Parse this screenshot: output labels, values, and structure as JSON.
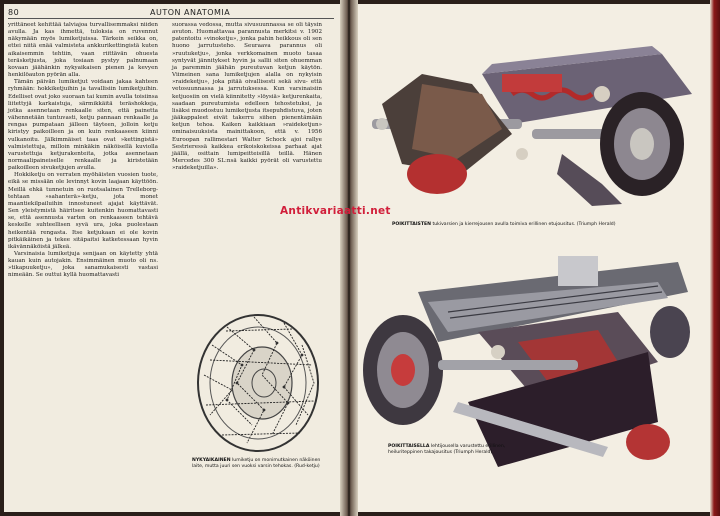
{
  "header": {
    "page_number": "80",
    "running_head": "AUTON ANATOMIA"
  },
  "col1_paragraphs": [
    "yrittäneet kehittää talviajoa turvallisemmaksi niiden avulla. Ja kas ihmettä, tuloksia on ruvennut näkymään myös lumiketjuissa. Tärkein seikka on, ettei niitä enää valmisteta ankkurikettingistä kuten aikaisemmin tehtiin, vaan riittävän ohuesta teräsketjusta, joka tosiaan pystyy palnumaan kovaan jäähänkin nykyaikaisen pienen ja kevyen henkilöauton pyörän alla.",
    "Tämän päivän lumiketjut voidaan jakaa kahteen ryhmään: hokkiketjuihin ja tavallisiin lumiketjuihin. Edelliset ovat joko suoraan tai kumin avulla toisiinsa liitettyjä karkaistuja, särmikkäitä teräshokkeja, jotka asennetaan renkaalle siten, että painetta vähennetään tuntuvasti, ketju pannaan renkaalle ja rengas pumpataan jälleen täyteen, jolloin ketju kiristyy paikoilleen ja on kuin renkaaseen kiinni vulkanoitu. Jälkimmäiset taas ovat »kettingistä» valmistettuja, milloin minkäkin näköisellä kuviolla varustettuja ketjurakenteita, jotka asennetaan normaalipaineiselle renkaalle ja kiristetään paikoilleen sivuketjujen avulla.",
    "Hokkiketju on verraten myöhäisten vuosien tuote, eikä se missään ole levinnyt kovin laajaan käyttöön. Meillä ehkä tunnetuin on ruotsalainen Trelleborg-tehtaan »sahanterä»-ketju, jota monet maantiekilpailuihin innostuneet ajajat käyttävät. Sen yleistymistä häiritsee kuitenkin huomattavasti se, että asennusta varten on renkaaseen tehtävä keskelle suhteellisen syvä ura, joka puolestaan heikentää rengasta. Itse ketjukaan ei ole kovin pitkäikäinen ja tekee sitäpaitsi katketessaan hyvin ikävännäköistä jälkeä.",
    "Varsinaisia lumiketjuja senijaan on käytetty yhtä kauan kuin autojakin. Ensimmäinen muoto oli ns. »tikapuuketju», joka sanamukaisesti vastasi nimeään. Se outtui kyllä huomattavasti"
  ],
  "col2_paragraphs": [
    "suorassa vedossa, mutta sivusuunnassa se oli täysin avuton. Huomattavaa parannusta merkitsi v. 1902 patentoitu »vinoketju», jonka pahin heikkous oli sen huono jarrutusteho. Seuraava parannus oli »ruutuketju», jonka verkkomainen muoto tasaa syntyvät jännitykset hyvin ja sallii siten ohuemman ja paremmin jäähän pureutuvan ketjun käytön. Viimeinen sana lumiketjujen alalla on nykyisin »raideketju», joka pitää oivallisesti sekä sivu- että vetosuunnassa ja jarrutuksessa. Kun varsinaisiin ketjuosiin on vielä kiinnitetty »löysiä» ketjurenkaita, saadaan pureutumista edelleen tehostetuksi, ja lisäksi muodostuu lumiketjusta itsepuhdistuva, joten jääkappaleet eivät takerru siihen pienentämään ketjun tehoa. Kaiken kaikkiaan »raideketjun» ominaisuuksista mainittakoon, että v. 1956 Euroopan rallimestari Walter Schock ajoi rallye Sestrieressä kaikkea erikoiskokeissa parhaat ajat jäällä, osittain lumipeitteisillä teillä. Hänen Mercedes 300 SL:nsä kaikki pyörät oli varustettu »raideketjuilla»."
  ],
  "captions": {
    "chain_bold": "NYKYAIKAINEN",
    "chain_rest": "lumiketju on monimutkainen näköinen laite, mutta juuri sen vuoksi varsin tehokas. (Rud-ketju)",
    "top_bold": "POIKITTAISTEN",
    "top_rest": "tukivarsien ja kierrejousen avulla toimiva erillinen etujousitus. (Triumph Herald)",
    "bottom_bold": "POIKITTAISELLA",
    "bottom_rest": "lehtijousella varustettu erillinen, heiluriteppinen takajousitus (Triumph Herald)"
  },
  "watermark": "Antikvariaatti.net",
  "icons": {
    "chain_illustration": "snow-chain-tire-illustration",
    "front_suspension": "front-suspension-illustration",
    "rear_suspension": "rear-suspension-illustration"
  },
  "colors": {
    "paper": "#f1ece0",
    "watermark": "#d11e3a",
    "cover": "#8b1a1a"
  }
}
